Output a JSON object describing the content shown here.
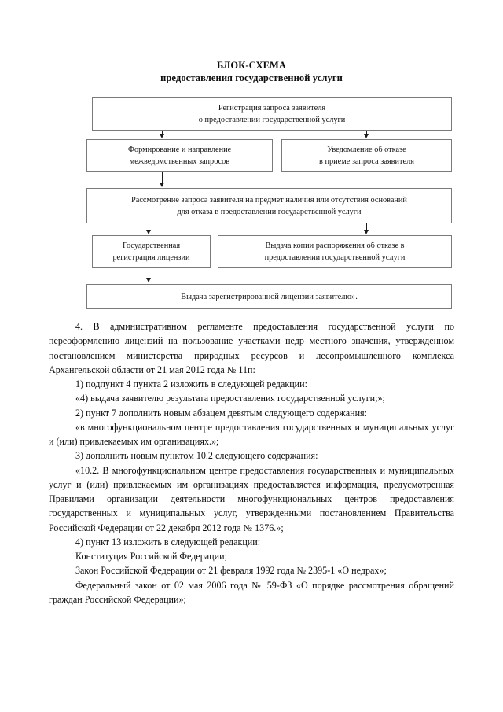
{
  "document": {
    "title_line1": "БЛОК-СХЕМА",
    "title_line2": "предоставления государственной услуги"
  },
  "flowchart": {
    "type": "flowchart",
    "boxes": [
      {
        "id": "box-registration",
        "line1": "Регистрация запроса заявителя",
        "line2": "о предоставлении государственной услуги"
      },
      {
        "id": "box-interagency-requests",
        "line1": "Формирование и направление",
        "line2": "межведомственных запросов"
      },
      {
        "id": "box-refusal-notice",
        "line1": "Уведомление об отказе",
        "line2": "в приеме запроса заявителя"
      },
      {
        "id": "box-review-request",
        "line1": "Рассмотрение запроса заявителя на предмет наличия или отсутствия оснований",
        "line2": "для отказа в предоставлении государственной услуги"
      },
      {
        "id": "box-state-registration",
        "line1": "Государственная",
        "line2": "регистрация лицензии"
      },
      {
        "id": "box-refusal-copy",
        "line1": "Выдача копии распоряжения об отказе в",
        "line2": "предоставлении государственной услуги"
      },
      {
        "id": "box-issue-license",
        "line1": "Выдача зарегистрированной лицензии заявителю».",
        "line2": ""
      }
    ]
  },
  "body": {
    "paragraphs": [
      "4. В административном регламенте предоставления государственной услуги по переоформлению лицензий на пользование участками недр местного значения, утвержденном постановлением министерства природных ресурсов и лесопромышленного комплекса Архангельской области от 21 мая 2012 года № 11п:",
      "1) подпункт 4 пункта 2 изложить в следующей редакции:",
      "«4) выдача заявителю результата предоставления государственной услуги;»;",
      "2) пункт 7 дополнить новым абзацем девятым следующего содержания:",
      "«в многофункциональном центре предоставления государственных и муниципальных услуг и (или) привлекаемых им организациях.»;",
      "3) дополнить новым пунктом 10.2 следующего содержания:",
      "«10.2. В многофункциональном центре предоставления государственных и муниципальных услуг и (или) привлекаемых им организациях предоставляется информация, предусмотренная Правилами организации деятельности многофункциональных центров предоставления государственных и муниципальных услуг, утвержденными постановлением Правительства Российской Федерации от 22 декабря 2012 года № 1376.»;",
      "4) пункт 13 изложить в следующей редакции:",
      "Конституция Российской Федерации;",
      "Закон Российской Федерации от 21 февраля 1992 года № 2395-1 «О недрах»;",
      "Федеральный закон от 02 мая 2006 года № 59-ФЗ «О порядке рассмотрения обращений граждан Российской Федерации»;"
    ]
  }
}
